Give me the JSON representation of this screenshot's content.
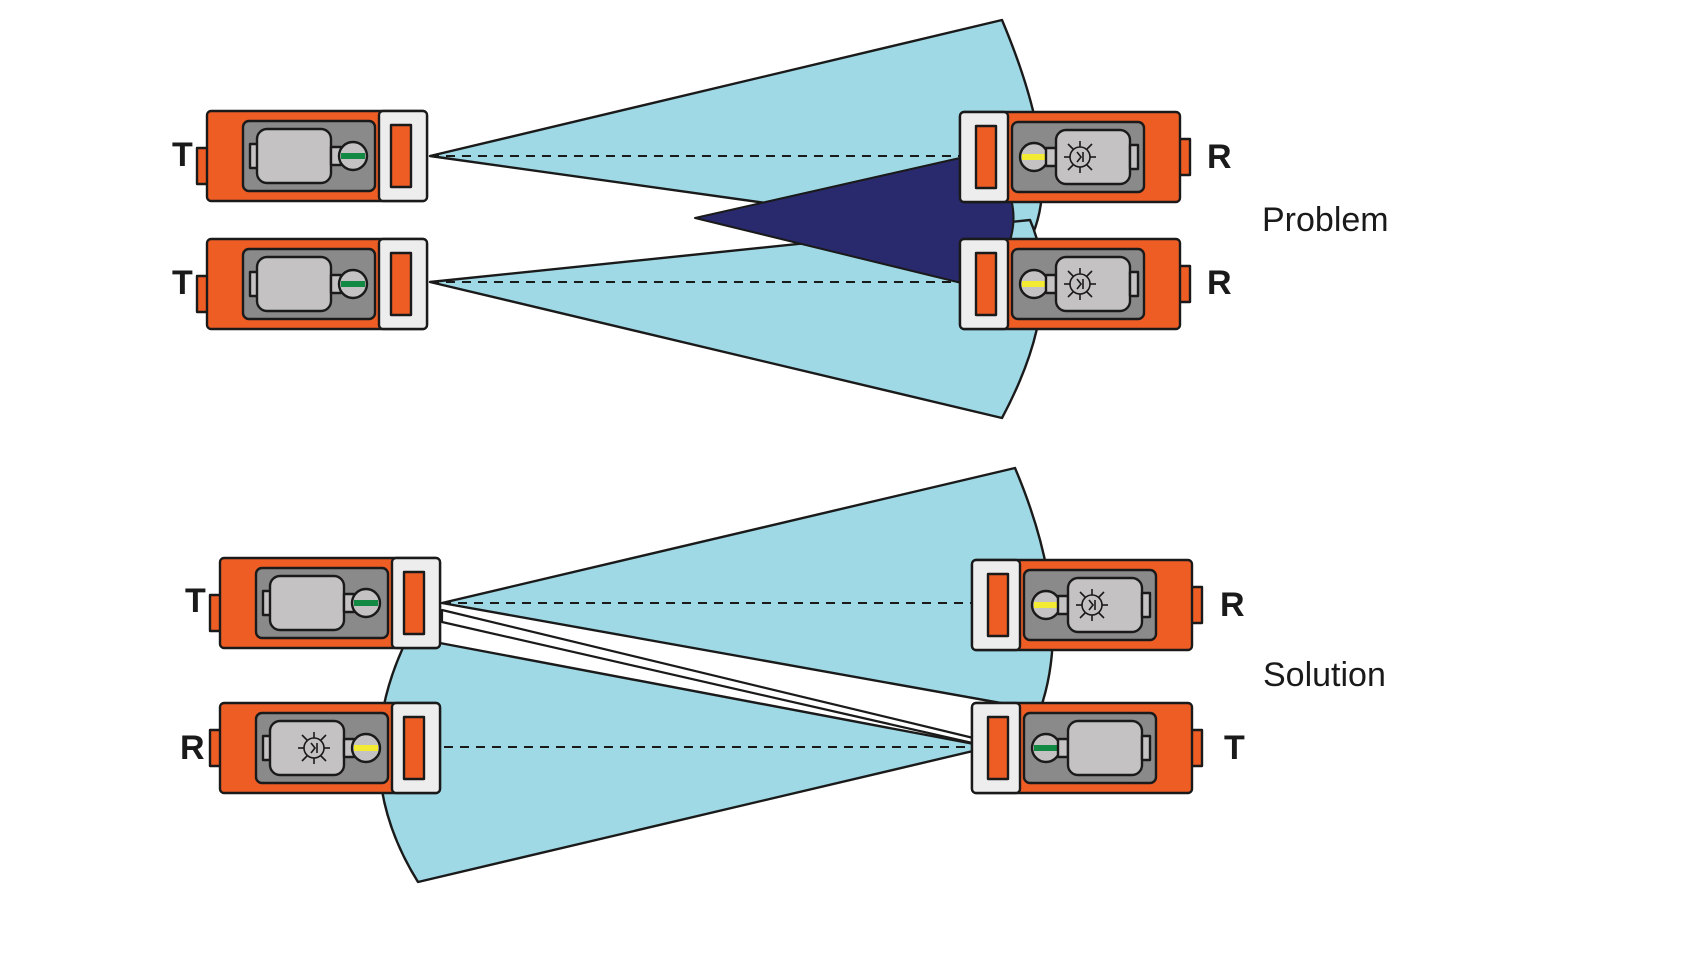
{
  "colors": {
    "sensor_body": "#ee5d24",
    "beam_light": "#9fd9e6",
    "interference_overlap": "#292a6e",
    "indicator_green": "#138a43",
    "indicator_yellow": "#f2ea33"
  },
  "problem": {
    "caption": "Problem",
    "left_top_label": "T",
    "left_bottom_label": "T",
    "right_top_label": "R",
    "right_bottom_label": "R"
  },
  "solution": {
    "caption": "Solution",
    "left_top_label": "T",
    "left_bottom_label": "R",
    "right_top_label": "R",
    "right_bottom_label": "T"
  }
}
